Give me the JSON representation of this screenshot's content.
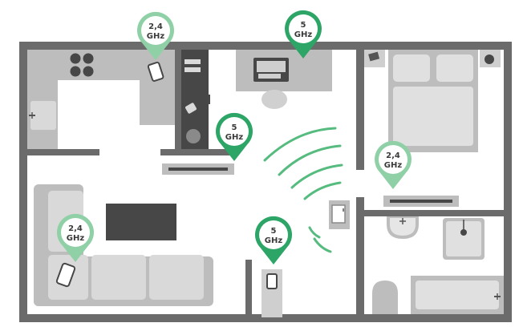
{
  "colors": {
    "wall": "#6b6b6b",
    "wall_dark": "#555555",
    "floor": "#ffffff",
    "furniture": "#cfcfcf",
    "furniture_dark": "#bdbdbd",
    "tv": "#474747",
    "pin_5ghz": "#2ca566",
    "pin_24ghz": "#8fd0a6",
    "pin_inner": "#ffffff",
    "pin_text": "#3a3a3a",
    "wave": "#56bb7f"
  },
  "pins": [
    {
      "id": "pin-kitchen",
      "band": "24",
      "line1": "2,4",
      "line2": "GHz"
    },
    {
      "id": "pin-desk",
      "band": "5",
      "line1": "5",
      "line2": "GHz"
    },
    {
      "id": "pin-hall",
      "band": "5",
      "line1": "5",
      "line2": "GHz"
    },
    {
      "id": "pin-bedroom",
      "band": "24",
      "line1": "2,4",
      "line2": "GHz"
    },
    {
      "id": "pin-sofa",
      "band": "24",
      "line1": "2,4",
      "line2": "GHz"
    },
    {
      "id": "pin-corridor",
      "band": "5",
      "line1": "5",
      "line2": "GHz"
    }
  ],
  "icons": [
    "router-icon",
    "wifi-waves-icon",
    "phone-icon",
    "laptop-icon",
    "tv-icon",
    "stove-icon",
    "bed-icon",
    "sink-icon",
    "bathtub-icon",
    "toilet-icon",
    "shower-icon",
    "sofa-icon"
  ]
}
